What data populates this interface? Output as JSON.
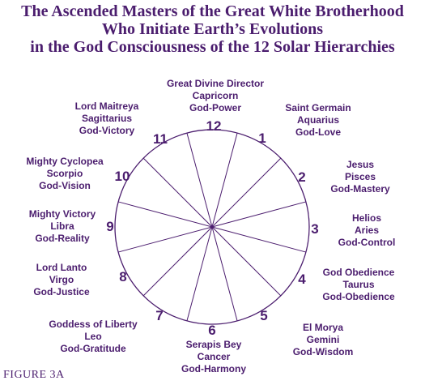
{
  "title": {
    "line1": "The Ascended Masters of the Great White Brotherhood",
    "line2": "Who Initiate Earth’s Evolutions",
    "line3": "in the God Consciousness of the 12 Solar Hierarchies"
  },
  "figure_label": "FIGURE 3A",
  "colors": {
    "ink": "#4b1d6e",
    "background": "#ffffff"
  },
  "hierarchies": [
    {
      "number": "12",
      "master": "Great Divine Director",
      "sign": "Capricorn",
      "quality": "God-Power"
    },
    {
      "number": "1",
      "master": "Saint Germain",
      "sign": "Aquarius",
      "quality": "God-Love"
    },
    {
      "number": "2",
      "master": "Jesus",
      "sign": "Pisces",
      "quality": "God-Mastery"
    },
    {
      "number": "3",
      "master": "Helios",
      "sign": "Aries",
      "quality": "God-Control"
    },
    {
      "number": "4",
      "master": "God Obedience",
      "sign": "Taurus",
      "quality": "God-Obedience"
    },
    {
      "number": "5",
      "master": "El Morya",
      "sign": "Gemini",
      "quality": "God-Wisdom"
    },
    {
      "number": "6",
      "master": "Serapis Bey",
      "sign": "Cancer",
      "quality": "God-Harmony"
    },
    {
      "number": "7",
      "master": "Goddess of Liberty",
      "sign": "Leo",
      "quality": "God-Gratitude"
    },
    {
      "number": "8",
      "master": "Lord Lanto",
      "sign": "Virgo",
      "quality": "God-Justice"
    },
    {
      "number": "9",
      "master": "Mighty Victory",
      "sign": "Libra",
      "quality": "God-Reality"
    },
    {
      "number": "10",
      "master": "Mighty Cyclopea",
      "sign": "Scorpio",
      "quality": "God-Vision"
    },
    {
      "number": "11",
      "master": "Lord Maitreya",
      "sign": "Sagittarius",
      "quality": "God-Victory"
    }
  ]
}
